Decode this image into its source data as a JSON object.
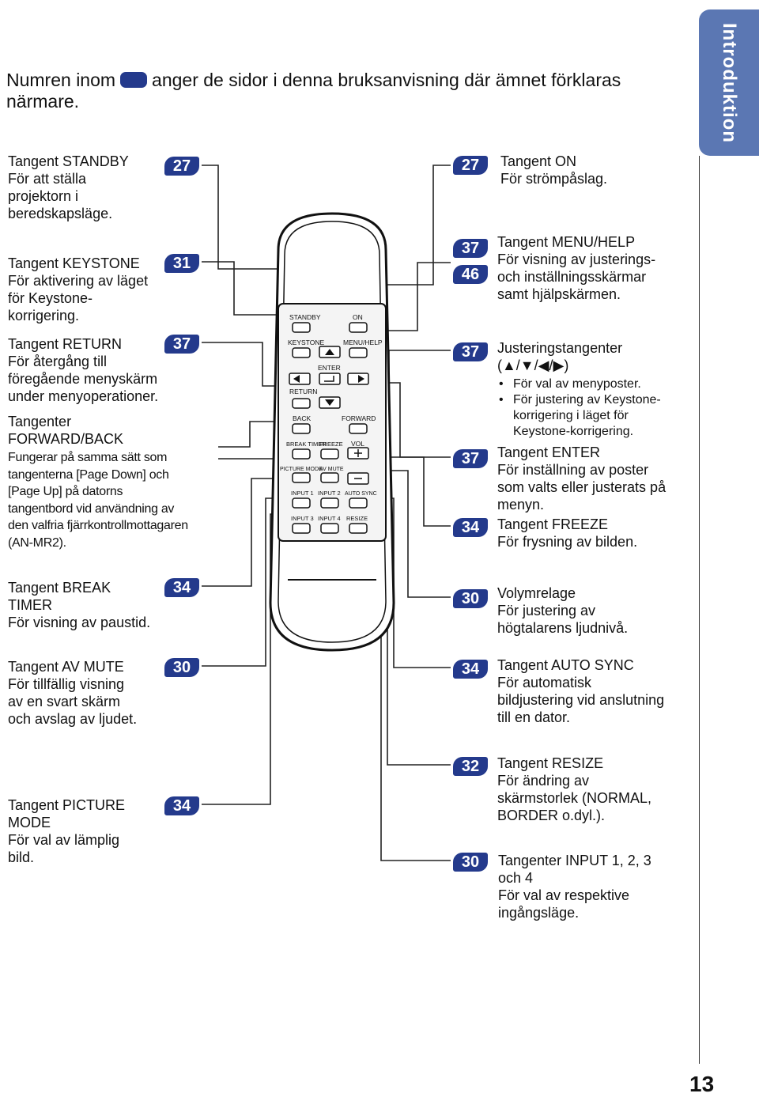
{
  "header": {
    "text_before": "Numren inom",
    "text_after": "anger de sidor i denna bruksanvisning där ämnet förklaras",
    "text_line2": "närmare."
  },
  "side_tab": {
    "label": "Introduktion"
  },
  "page_number": "13",
  "left_items": [
    {
      "page": "27",
      "title": "Tangent STANDBY",
      "desc": [
        "För att ställa",
        "projektorn i",
        "beredskapsläge."
      ]
    },
    {
      "page": "31",
      "title": "Tangent KEYSTONE",
      "desc": [
        "För aktivering av läget",
        "för Keystone-",
        "korrigering."
      ]
    },
    {
      "page": "37",
      "title": "Tangent RETURN",
      "desc": [
        "För återgång till",
        "föregående menyskärm",
        "under menyoperationer."
      ]
    },
    {
      "title_lines": [
        "Tangenter",
        "FORWARD/BACK"
      ],
      "desc": [
        "Fungerar på samma sätt som",
        "tangenterna [Page Down] och",
        "[Page Up] på datorns",
        "tangentbord vid användning av",
        "den valfria fjärrkontrollmottagaren",
        "(AN-MR2)."
      ]
    },
    {
      "page": "34",
      "title_lines": [
        "Tangent BREAK",
        "TIMER"
      ],
      "desc": [
        "För visning av paustid."
      ]
    },
    {
      "page": "30",
      "title": "Tangent AV MUTE",
      "desc": [
        "För tillfällig visning",
        "av en svart skärm",
        "och avslag av ljudet."
      ]
    },
    {
      "page": "34",
      "title_lines": [
        "Tangent PICTURE",
        "MODE"
      ],
      "desc": [
        "För val av lämplig",
        "bild."
      ]
    }
  ],
  "right_items": [
    {
      "pages": [
        "27"
      ],
      "title": "Tangent ON",
      "desc": [
        "För strömpåslag."
      ]
    },
    {
      "pages": [
        "37",
        "46"
      ],
      "title": "Tangent MENU/HELP",
      "desc": [
        "För visning av justerings-",
        "och inställningsskärmar",
        "samt hjälpskärmen."
      ]
    },
    {
      "pages": [
        "37"
      ],
      "title": "Justeringstangenter",
      "title2": "(▲/▼/◀/▶)",
      "bullets": [
        "För val av menyposter.",
        "För justering av Keystone-",
        "korrigering i läget för",
        "Keystone-korrigering."
      ]
    },
    {
      "pages": [
        "37"
      ],
      "title": "Tangent ENTER",
      "desc": [
        "För inställning av poster",
        "som valts eller justerats på",
        "menyn."
      ]
    },
    {
      "pages": [
        "34"
      ],
      "title": "Tangent FREEZE",
      "desc": [
        "För frysning av bilden."
      ]
    },
    {
      "pages": [
        "30"
      ],
      "title": "Volymrelage",
      "desc": [
        "För justering av",
        "högtalarens ljudnivå."
      ]
    },
    {
      "pages": [
        "34"
      ],
      "title": "Tangent AUTO SYNC",
      "desc": [
        "För automatisk",
        "bildjustering vid anslutning",
        "till en dator."
      ]
    },
    {
      "pages": [
        "32"
      ],
      "title": "Tangent RESIZE",
      "desc": [
        "För ändring av",
        "skärmstorlek (NORMAL,",
        "BORDER o.dyl.)."
      ]
    },
    {
      "pages": [
        "30"
      ],
      "title_lines": [
        "Tangenter INPUT 1, 2, 3",
        "och 4"
      ],
      "desc": [
        "För val av respektive",
        "ingångsläge."
      ]
    }
  ],
  "remote": {
    "standby": "STANDBY",
    "on": "ON",
    "keystone": "KEYSTONE",
    "menu_help": "MENU/HELP",
    "enter": "ENTER",
    "return": "RETURN",
    "back": "BACK",
    "forward": "FORWARD",
    "break_timer": "BREAK TIMER",
    "freeze": "FREEZE",
    "vol": "VOL",
    "picture_mode": "PICTURE MODE",
    "av_mute": "AV MUTE",
    "input1": "INPUT 1",
    "input2": "INPUT 2",
    "auto_sync": "AUTO SYNC",
    "input3": "INPUT 3",
    "input4": "INPUT 4",
    "resize": "RESIZE"
  },
  "colors": {
    "badge": "#243a8c",
    "side_tab": "#5b77b3"
  }
}
